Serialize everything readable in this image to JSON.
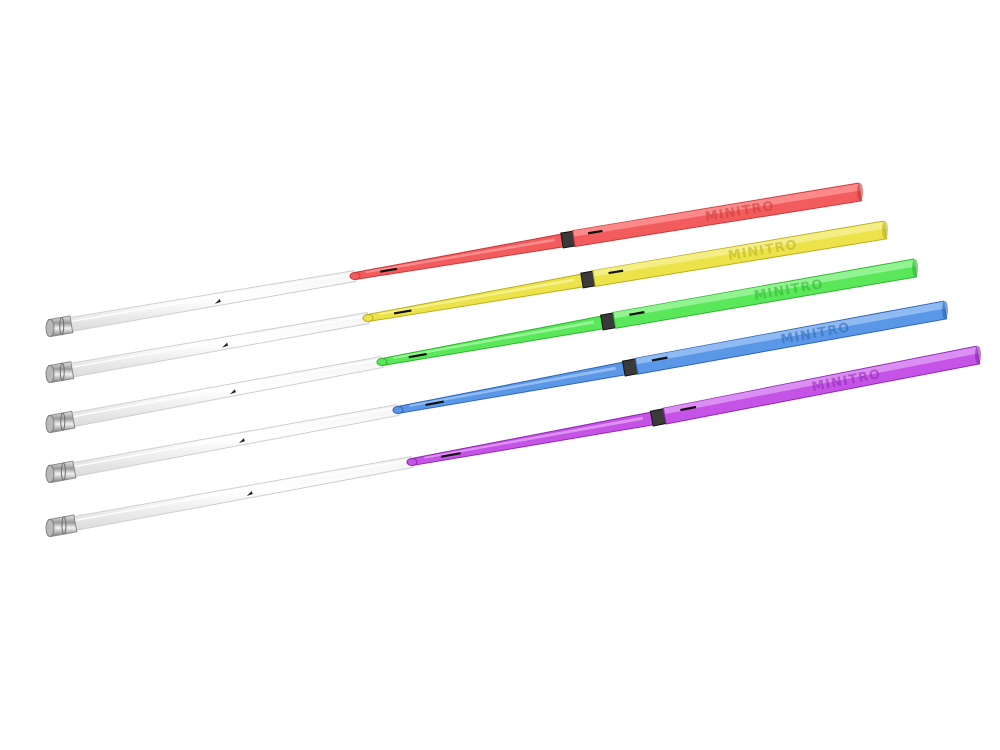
{
  "rods": [
    {
      "id": "red",
      "color": "#f25c5c",
      "dark": "#c93a3a",
      "light": "#ff9a9a",
      "brand": "MINITRO"
    },
    {
      "id": "yellow",
      "color": "#ece34a",
      "dark": "#b9b021",
      "light": "#f8f29a",
      "brand": "MINITRO"
    },
    {
      "id": "green",
      "color": "#5ae85a",
      "dark": "#2fb52f",
      "light": "#a6f7a6",
      "brand": "MINITRO"
    },
    {
      "id": "blue",
      "color": "#5a97e6",
      "dark": "#2f66b8",
      "light": "#a2c6f5",
      "brand": "MINITRO"
    },
    {
      "id": "purple",
      "color": "#c553e6",
      "dark": "#9028b3",
      "light": "#e3a3f5",
      "brand": "MINITRO"
    }
  ],
  "brand_style": "embossed",
  "background": "#ffffff",
  "metal_cap_color": "#c8c8c8"
}
